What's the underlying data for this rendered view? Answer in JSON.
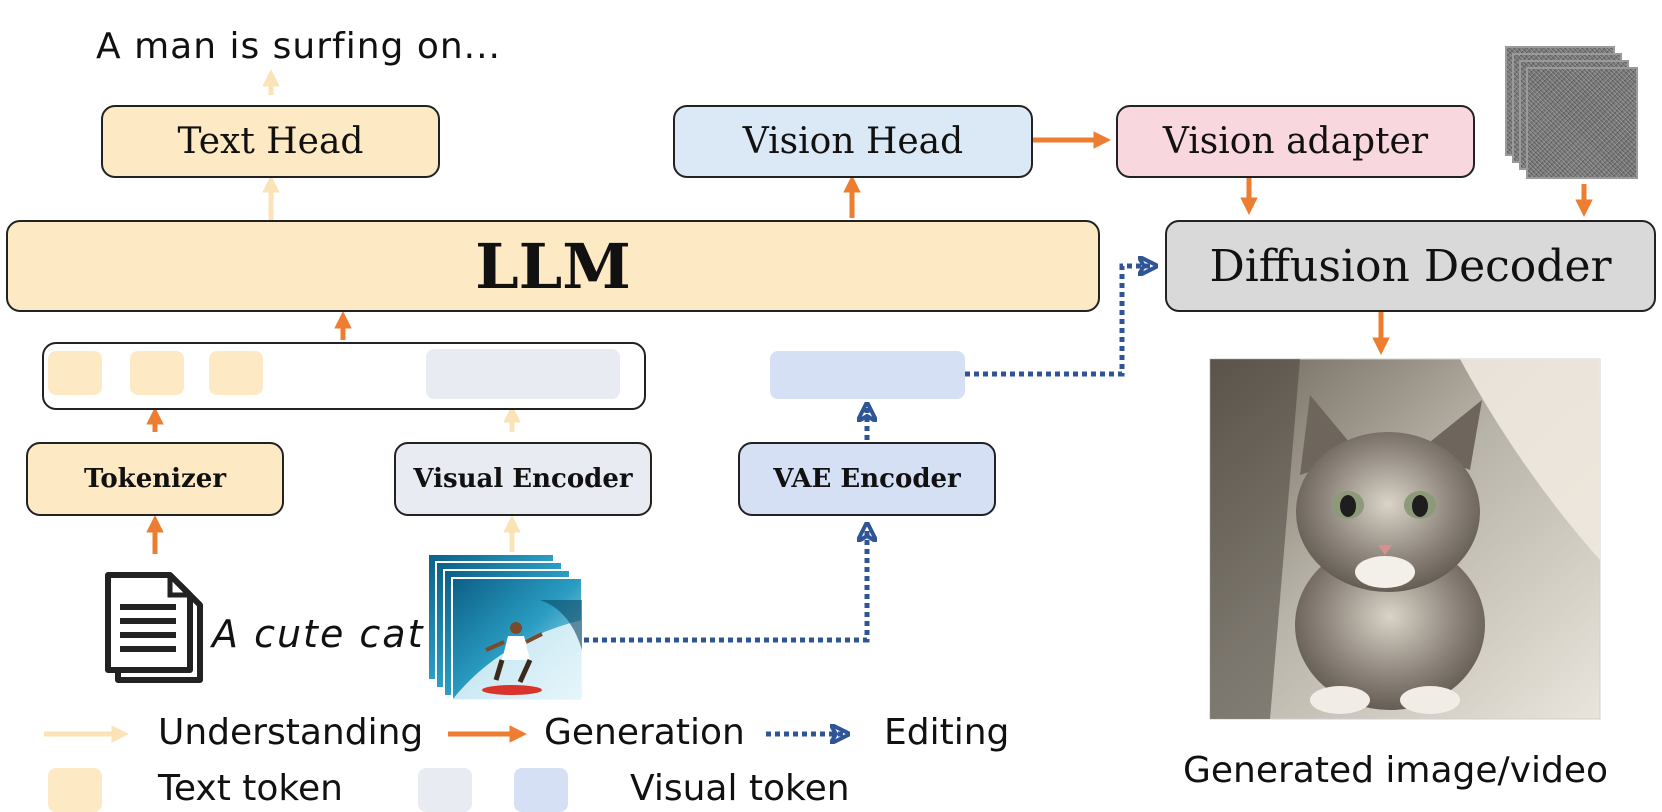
{
  "boxes": {
    "text_head": "Text Head",
    "vision_head": "Vision Head",
    "vision_adapter": "Vision adapter",
    "llm": "LLM",
    "diffusion_decoder": "Diffusion Decoder",
    "tokenizer": "Tokenizer",
    "visual_encoder": "Visual Encoder",
    "vae_encoder": "VAE Encoder"
  },
  "texts": {
    "output_text": "A man is surfing on...",
    "input_text": "A cute cat",
    "generated_caption": "Generated image/video"
  },
  "legend": {
    "understanding": "Understanding",
    "generation": "Generation",
    "editing": "Editing",
    "text_token": "Text token",
    "visual_token": "Visual token"
  },
  "colors": {
    "text_token": "#fde9c4",
    "visual_token_understanding": "#e8ecf2",
    "visual_token_editing": "#d6e0f5",
    "vision_head": "#dbe8f6",
    "vision_adapter": "#f8d7df",
    "decoder": "#d9d9d9",
    "arrow_understanding": "#fbe3b8",
    "arrow_generation": "#ed7d31",
    "arrow_editing": "#2f5597"
  },
  "icons": {
    "document": "document-icon",
    "surf_frames": "surfing-video-frames",
    "noise_frames": "noise-frames",
    "generated": "kitten-image"
  }
}
